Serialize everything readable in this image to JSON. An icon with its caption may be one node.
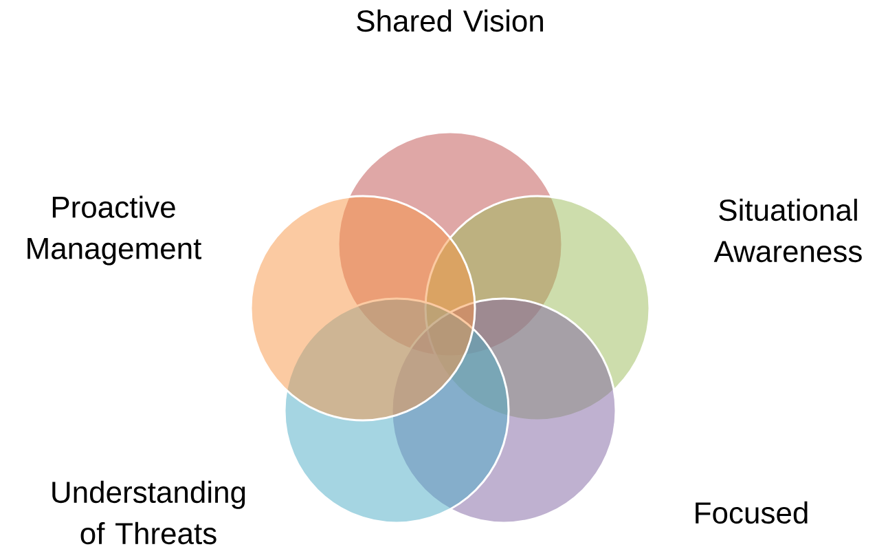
{
  "diagram": {
    "nodes": [
      {
        "text": [
          "Shared Vision"
        ]
      },
      {
        "text": [
          "Situational Awareness"
        ]
      },
      {
        "text": [
          "Focused"
        ]
      },
      {
        "text": [
          "Understanding of Threats"
        ]
      },
      {
        "text": [
          "Proactive Management"
        ]
      }
    ]
  }
}
